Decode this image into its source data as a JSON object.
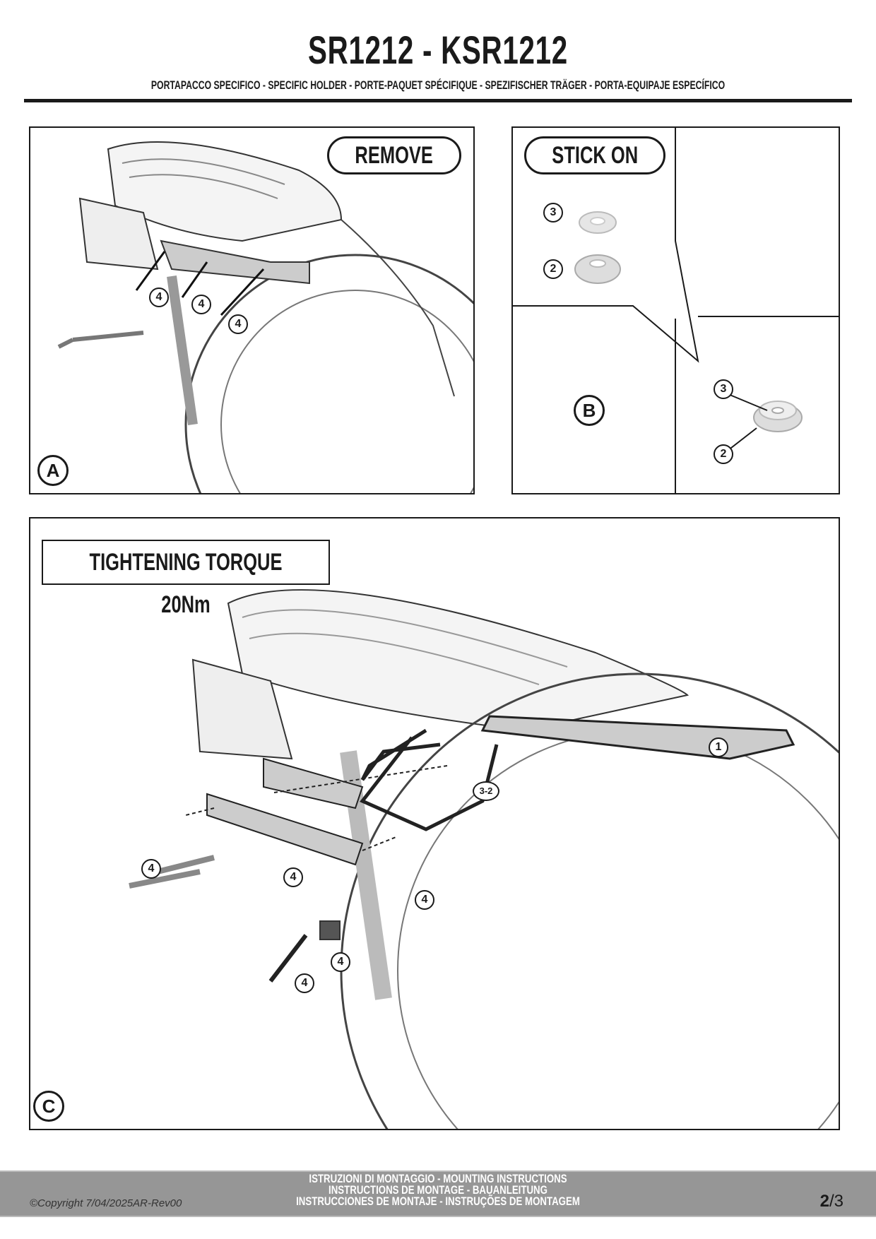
{
  "header": {
    "title": "SR1212 - KSR1212",
    "subtitle": "PORTAPACCO SPECIFICO  -  SPECIFIC HOLDER - PORTE-PAQUET SPÉCIFIQUE - SPEZIFISCHER TRÄGER - PORTA-EQUIPAJE ESPECÍFICO"
  },
  "panel_a": {
    "letter": "A",
    "label": "REMOVE",
    "callouts": [
      "4",
      "4",
      "4"
    ]
  },
  "panel_b": {
    "letter": "B",
    "label": "STICK ON",
    "parts": [
      "3",
      "2"
    ],
    "detail_callouts": [
      "3",
      "2"
    ]
  },
  "panel_c": {
    "letter": "C",
    "label": "TIGHTENING TORQUE 20Nm",
    "callouts": [
      "1",
      "3-2",
      "4",
      "4",
      "4",
      "4",
      "4"
    ]
  },
  "footer": {
    "lines": [
      "ISTRUZIONI DI MONTAGGIO  -  MOUNTING INSTRUCTIONS",
      "INSTRUCTIONS DE MONTAGE - BAUANLEITUNG",
      "INSTRUCCIONES DE MONTAJE - INSTRUÇÕES DE MONTAGEM"
    ],
    "copyright": "©Copyright 7/04/2025AR-Rev00",
    "page_current": "2",
    "page_total": "/3"
  }
}
